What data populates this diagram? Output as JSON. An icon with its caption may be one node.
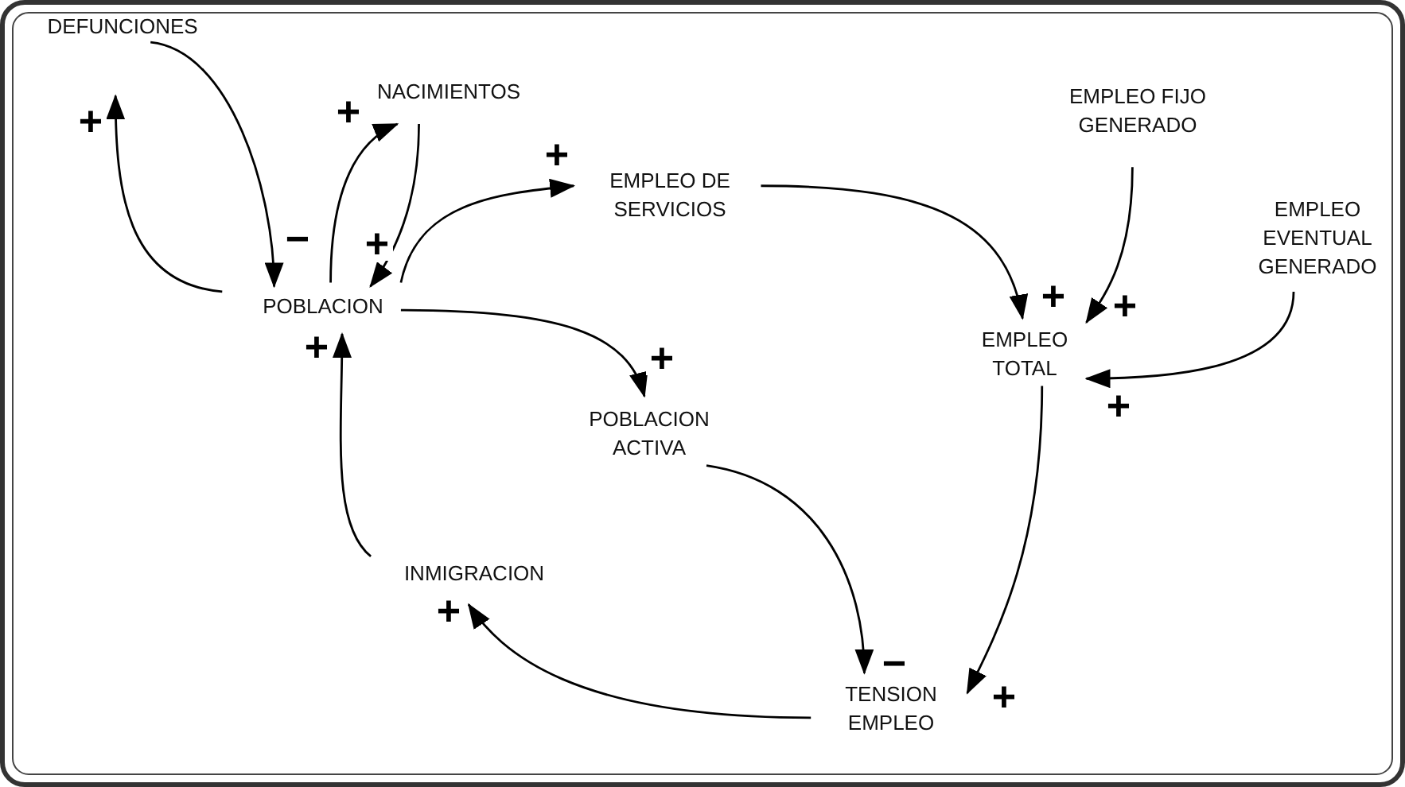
{
  "diagram": {
    "nodes": [
      {
        "text": [
          "DEFUNCIONES"
        ]
      },
      {
        "text": [
          "NACIMIENTOS"
        ]
      },
      {
        "text": [
          "EMPLEO DE SERVICIOS"
        ]
      },
      {
        "text": [
          "EMPLEO FIJO GENERADO"
        ]
      },
      {
        "text": [
          "EMPLEO EVENTUAL GENERADO"
        ]
      },
      {
        "text": [
          "POBLACION"
        ]
      },
      {
        "text": [
          "EMPLEO TOTAL"
        ]
      },
      {
        "text": [
          "POBLACION ACTIVA"
        ]
      },
      {
        "text": [
          "INMIGRACION"
        ]
      },
      {
        "text": [
          "TENSION EMPLEO"
        ]
      }
    ],
    "edges": [
      {
        "from": 0,
        "to": 5,
        "arrow": "to",
        "label": "−"
      },
      {
        "from": 5,
        "to": 0,
        "arrow": "to",
        "label": "+"
      },
      {
        "from": 5,
        "to": 1,
        "arrow": "to",
        "label": "+"
      },
      {
        "from": 1,
        "to": 5,
        "arrow": "to",
        "label": "+"
      },
      {
        "from": 5,
        "to": 2,
        "arrow": "to",
        "label": "+"
      },
      {
        "from": 5,
        "to": 7,
        "arrow": "to",
        "label": "+"
      },
      {
        "from": 2,
        "to": 6,
        "arrow": "to",
        "label": "+"
      },
      {
        "from": 3,
        "to": 6,
        "arrow": "to",
        "label": "+"
      },
      {
        "from": 4,
        "to": 6,
        "arrow": "to",
        "label": "+"
      },
      {
        "from": 6,
        "to": 9,
        "arrow": "to",
        "label": "+"
      },
      {
        "from": 7,
        "to": 9,
        "arrow": "to",
        "label": "−"
      },
      {
        "from": 9,
        "to": 8,
        "arrow": "to",
        "label": "+"
      },
      {
        "from": 8,
        "to": 5,
        "arrow": "to",
        "label": "+"
      }
    ]
  }
}
